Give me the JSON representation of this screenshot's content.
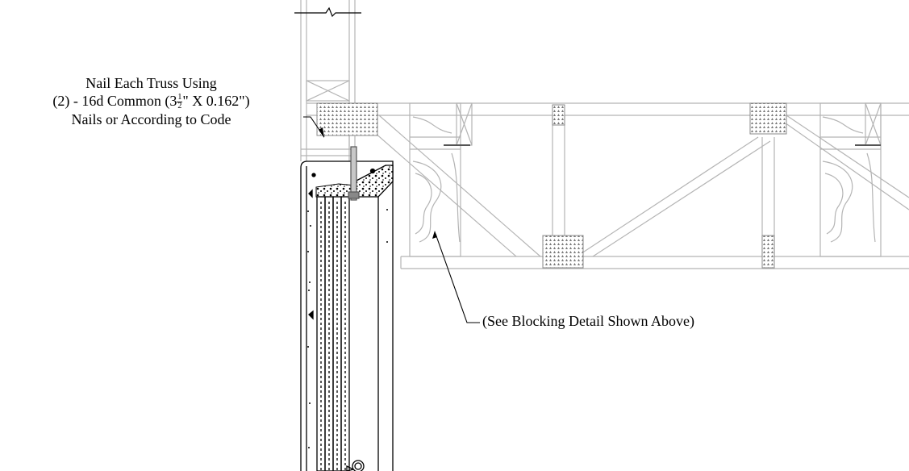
{
  "nail_note": {
    "line1": "Nail Each Truss Using",
    "line2_a": "(2) - 16d Common (3",
    "fraction_num": "1",
    "fraction_den": "2",
    "line2_b": "\" X 0.162\")",
    "line3": "Nails or According to Code"
  },
  "blocking_note": {
    "text": "(See Blocking Detail Shown Above)"
  },
  "colors": {
    "truss_lines": "#b4b4b4",
    "ink": "#000000",
    "plate_fill": "#d9d9d9"
  }
}
